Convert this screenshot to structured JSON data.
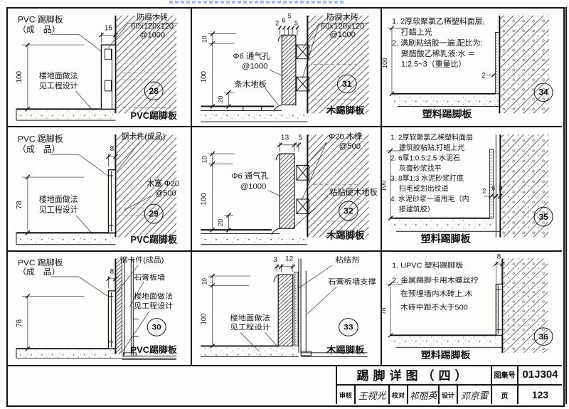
{
  "sheet": {
    "kind": "construction-detail-sheet"
  },
  "panels": {
    "p28": {
      "num": "28",
      "caption": "PVC踢脚板",
      "pvc_l1": "PVC 踢脚板",
      "pvc_l2": "（成　品）",
      "dim_w": "15",
      "brick_l1": "防腐木砖",
      "brick_l2": "60x120x120",
      "brick_l3": "@1000",
      "dim_h": "100",
      "floor_l1": "楼地面做法",
      "floor_l2": "见工程设计"
    },
    "p29": {
      "num": "29",
      "caption": "PVC踢脚板",
      "pvc_l1": "PVC 踢脚板",
      "pvc_l2": "（成　品）",
      "dim_w": "8",
      "clip": "钢卡件(成品)",
      "plug_l1": "木塞 Φ20",
      "plug_l2": "@500",
      "dim_h": "78",
      "floor_l1": "楼地面做法",
      "floor_l2": "见工程设计"
    },
    "p30": {
      "num": "30",
      "caption": "PVC踢脚板",
      "pvc_l1": "PVC 踢脚板",
      "pvc_l2": "（成　品）",
      "dim_w": "8",
      "clip": "钢卡件(成品)",
      "wall": "石膏板墙",
      "dim_h": "78",
      "floor_l1": "楼地面做法",
      "floor_l2": "见工程设计"
    },
    "p31": {
      "num": "31",
      "caption": "木踢脚板",
      "dims_top": [
        "2",
        "6",
        "5",
        "5"
      ],
      "dim_10": "10",
      "vent_l1": "Φ6 通气孔",
      "vent_l2": "@1000",
      "dim_h": "100",
      "floor": "条木地板",
      "dim_20": "20",
      "brick_l1": "防腐木砖",
      "brick_l2": "60x120x120",
      "brick_l3": "@1000"
    },
    "p32": {
      "num": "32",
      "caption": "木踢脚板",
      "dims_top": [
        "13",
        "5"
      ],
      "dim_10": "10",
      "vent_l1": "Φ6 通气孔",
      "vent_l2": "@1000",
      "dim_h": "100",
      "dim_20": "20",
      "dowel_l1": "Φ20 木榫",
      "dowel_l2": "@500",
      "floor": "粘贴硬木地板"
    },
    "p33": {
      "num": "33",
      "caption": "木踢脚板",
      "dims_top": [
        "3",
        "12"
      ],
      "adhesive": "粘结剂",
      "support": "石膏板墙支撑",
      "dim_10": "10",
      "dim_h": "100",
      "floor_l1": "楼地面做法",
      "floor_l2": "见工程设计"
    },
    "p34": {
      "num": "34",
      "caption": "塑料踢脚板",
      "dim_h": "100",
      "dim_2": "2",
      "notes": [
        "1. 2厚软聚氯乙稀塑料面层,",
        "打蜡上光",
        "2. 满刷粘结胶一遍,配比为:",
        "聚醋酸乙稀乳液:水 ＝",
        "1:2.5~3（重量比）"
      ]
    },
    "p35": {
      "num": "35",
      "caption": "塑料踢脚板",
      "dim_h": "100",
      "dims": [
        "2",
        "6",
        "8"
      ],
      "notes": [
        "1. 2厚软聚氯乙稀塑料面层",
        "建筑胶粘贴,打蜡上光",
        "2. 6厚1:0.5:2.5 水泥石",
        "灰膏砂浆找平",
        "3. 8厚1:3 水泥砂浆打底",
        "扫毛或划出纹道",
        "4. 水泥砂浆一道甩毛（内",
        "掺建筑胶）"
      ]
    },
    "p36": {
      "num": "36",
      "caption": "塑料踢脚板",
      "dim_h": "78",
      "dim_8": "8",
      "notes": [
        "1. UPVC 塑料踢脚板",
        "2. 金属踢脚卡用木螺丝拧",
        "在预埋墙内木砖上,木",
        "木砖中距不大于500"
      ]
    }
  },
  "titleblock": {
    "title": "踢脚详图（四）",
    "atlas_label": "图集号",
    "atlas_no": "01J304",
    "page_label": "页",
    "page_no": "123",
    "review_label": "审核",
    "review_name": "王视光",
    "proof_label": "校对",
    "proof_name": "祁丽英",
    "design_label": "设计",
    "design_name": "邓京雷"
  }
}
